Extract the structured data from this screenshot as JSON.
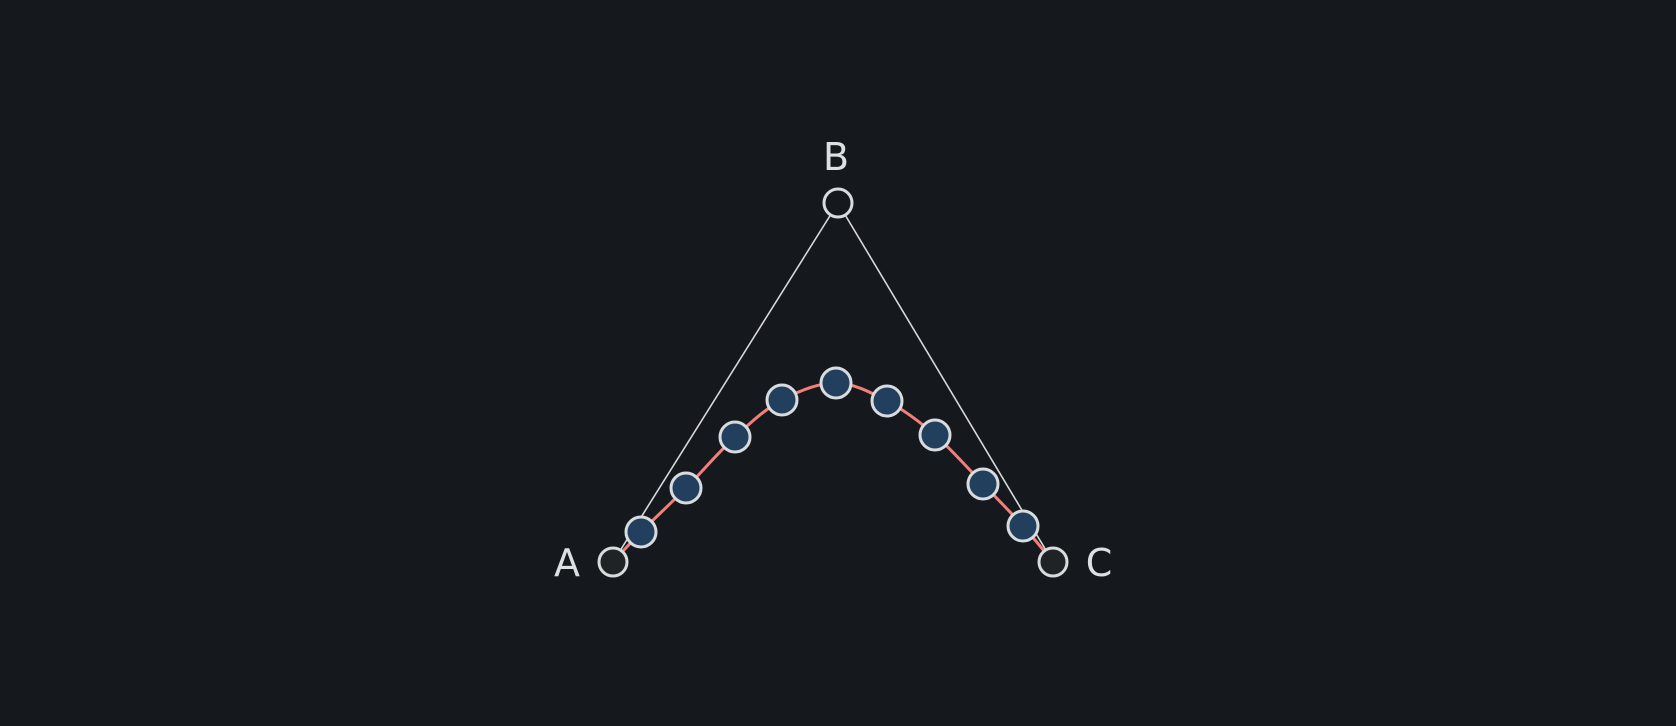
{
  "diagram": {
    "colors": {
      "background": "#15181c",
      "control_line": "#d6d8da",
      "curve": "#f07f7a",
      "control_point_fill_endpoints": "#202326",
      "control_point_fill_apex": "#15181c",
      "sample_point_fill": "#22405d",
      "point_stroke": "#d9dcdf",
      "label": "#dde0e3"
    },
    "control_points": [
      {
        "id": "A",
        "label": "A"
      },
      {
        "id": "B",
        "label": "B"
      },
      {
        "id": "C",
        "label": "C"
      }
    ],
    "sample_count": 9
  }
}
